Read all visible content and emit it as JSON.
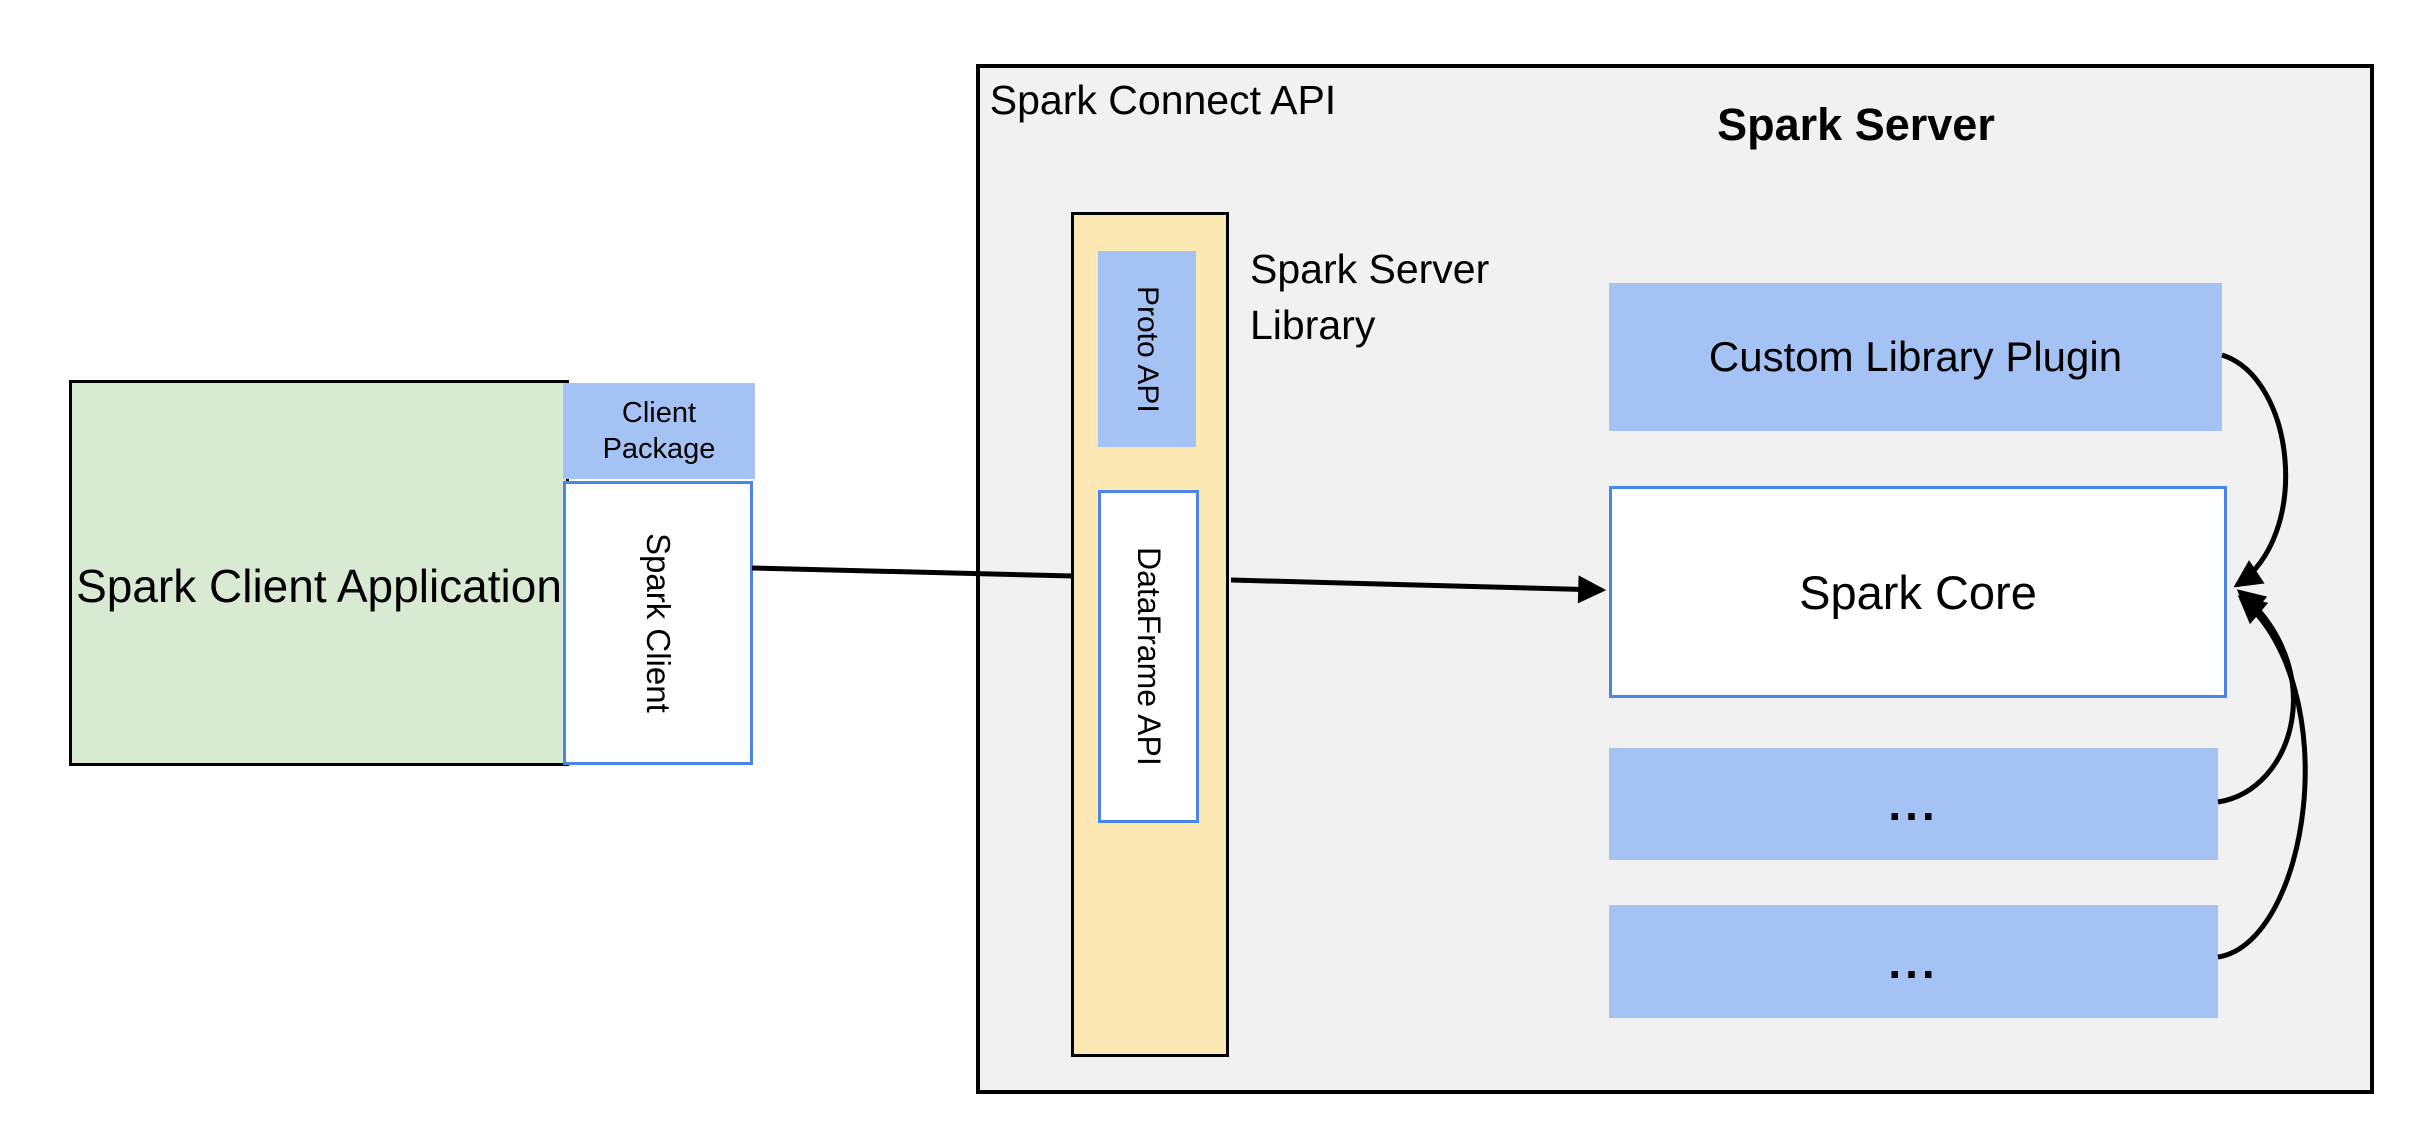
{
  "colors": {
    "green_fill": "#d9ead3",
    "blue_fill": "#a4c2f4",
    "yellow_fill": "#fce8b2",
    "gray_fill": "#f1f1f1",
    "blue_border": "#4a86e8",
    "line": "#000000"
  },
  "client": {
    "app_label": "Spark Client Application",
    "package_label": "Client Package",
    "client_label": "Spark Client"
  },
  "connect": {
    "api_label": "Spark Connect API",
    "proto_label": "Proto API",
    "dataframe_label": "DataFrame API",
    "server_library_label": "Spark Server Library"
  },
  "server": {
    "title": "Spark Server",
    "plugin_label": "Custom Library Plugin",
    "core_label": "Spark Core",
    "more_boxes": [
      "...",
      "..."
    ]
  },
  "edges": [
    {
      "from": "spark-client",
      "to": "spark-connect-api-box",
      "style": "line"
    },
    {
      "from": "spark-connect-api-box",
      "to": "spark-core",
      "style": "arrow"
    },
    {
      "from": "custom-library-plugin",
      "to": "spark-core",
      "style": "curved-arrow"
    },
    {
      "from": "more-box-1",
      "to": "spark-core",
      "style": "curved-arrow"
    },
    {
      "from": "more-box-2",
      "to": "spark-core",
      "style": "curved-arrow"
    }
  ]
}
